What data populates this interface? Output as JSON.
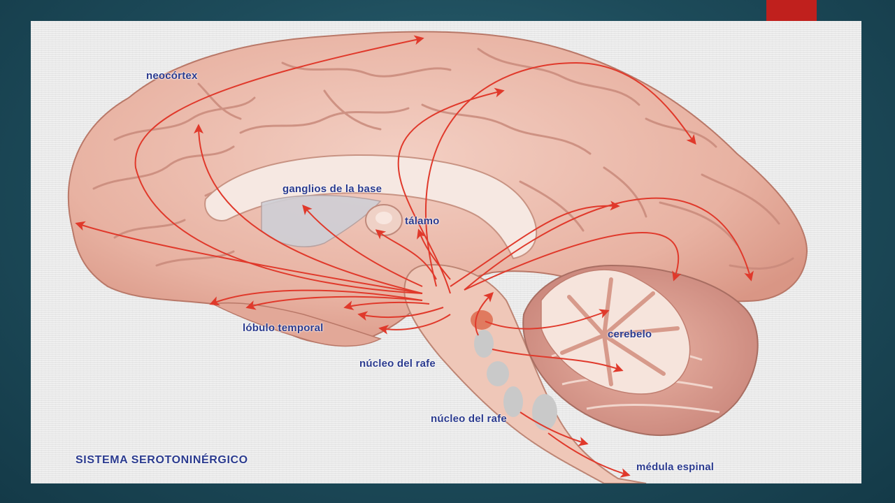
{
  "slide": {
    "accent_color": "#c0201d",
    "background_color": "#1d4b5a"
  },
  "diagram": {
    "title": "SISTEMA SEROTONINÉRGICO",
    "labels": {
      "neocortex": "neocórtex",
      "basal_ganglia": "ganglios de la base",
      "thalamus": "tálamo",
      "temporal_lobe": "lóbulo temporal",
      "raphe_nucleus_upper": "núcleo del rafe",
      "raphe_nucleus_lower": "núcleo del rafe",
      "cerebellum": "cerebelo",
      "spinal_cord": "médula espinal"
    },
    "colors": {
      "label_text": "#2a3a8e",
      "pathway_arrows": "#e0392b",
      "brain_tissue": "#e9b6a6",
      "raphe_nuclei": "#c9c9c9"
    }
  }
}
